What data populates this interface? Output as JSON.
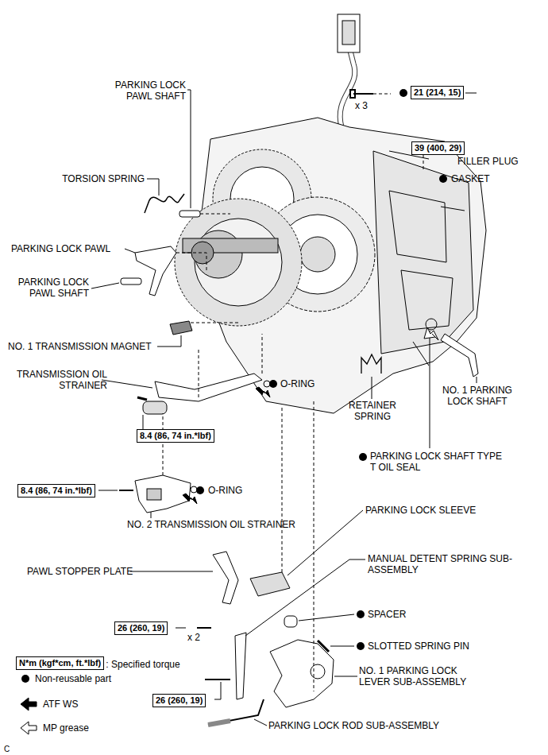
{
  "diagram": {
    "nodes": [
      {
        "text": [
          "21 (214, 15)"
        ]
      },
      {
        "text": [
          "39 (400, 29)"
        ]
      },
      {
        "text": [
          "8.4 (86, 74 in.*lbf)"
        ]
      },
      {
        "text": [
          "8.4 (86, 74 in.*lbf)"
        ]
      },
      {
        "text": [
          "26 (260, 19)"
        ]
      },
      {
        "text": [
          "N*m (kgf*cm, ft.*lbf)"
        ]
      },
      {
        "text": [
          "26 (260, 19)"
        ]
      }
    ],
    "labels": [
      "PARKING LOCK PAWL SHAFT",
      "x 3",
      "GASKET",
      "FILLER PLUG",
      "TORSION SPRING",
      "PARKING LOCK PAWL",
      "PARKING LOCK PAWL SHAFT",
      "NO. 1 TRANSMISSION MAGNET",
      "TRANSMISSION OIL STRAINER",
      "O-RING",
      "RETAINER SPRING",
      "NO. 1 PARKING LOCK SHAFT",
      "PARKING LOCK SHAFT TYPE T OIL SEAL",
      "O-RING",
      "NO. 2 TRANSMISSION OIL STRAINER",
      "PARKING LOCK SLEEVE",
      "PAWL STOPPER PLATE",
      "MANUAL DETENT SPRING SUB-ASSEMBLY",
      "x 2",
      "SPACER",
      "SLOTTED SPRING PIN",
      "NO. 1 PARKING LOCK LEVER SUB-ASSEMBLY",
      "PARKING LOCK ROD SUB-ASSEMBLY",
      "C"
    ],
    "legend": [
      {
        "text": ": Specified torque"
      },
      {
        "text": "Non-reusable part"
      },
      {
        "text": "ATF WS"
      },
      {
        "text": "MP grease"
      }
    ]
  }
}
